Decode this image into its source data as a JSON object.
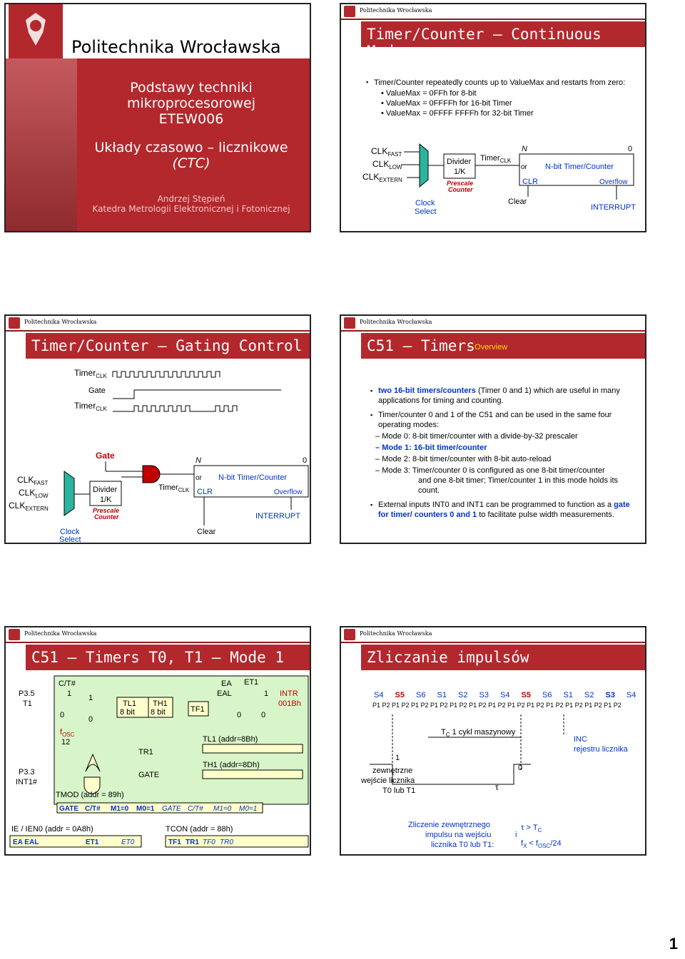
{
  "slide1": {
    "logo_text": "Politechnika Wrocławska",
    "course_line1": "Podstawy techniki",
    "course_line2": "mikroprocesorowej",
    "course_code": "ETEW006",
    "topic_line1": "Układy czasowo – licznikowe",
    "topic_line2": "(CTC)",
    "author": "Andrzej Stępień",
    "department": "Katedra Metrologii Elektronicznej i Fotonicznej"
  },
  "slide2": {
    "header": "Politechnika Wrocławska",
    "title": "Timer/Counter — Continuous Mode",
    "bullet": "Timer/Counter repeatedly counts up to ValueMax and restarts from zero:",
    "sub": [
      "ValueMax = 0FFh for 8-bit",
      "ValueMax = 0FFFFh for 16-bit Timer",
      "ValueMax = 0FFFF FFFFh for 32-bit Timer"
    ],
    "clk_fast": "CLK",
    "fast": "FAST",
    "clk_low": "CLK",
    "low": "LOW",
    "clk_ext": "CLK",
    "ext": "EXTERN",
    "clock_select_1": "Clock",
    "clock_select_2": "Select",
    "divider": "Divider",
    "div_k": "1/K",
    "prescale_1": "Prescale",
    "prescale_2": "Counter",
    "timer": "Timer",
    "timer_sub": "CLK",
    "n": "N",
    "zero": "0",
    "or": "or",
    "ntimer": "N-bit Timer/Counter",
    "clr": "CLR",
    "overflow": "Overflow",
    "clear": "Clear",
    "interrupt": "INTERRUPT"
  },
  "slide3": {
    "header": "Politechnika Wrocławska",
    "title": "Timer/Counter — Gating Control",
    "timer": "Timer",
    "timer_sub": "CLK",
    "gate": "Gate",
    "gate_label": "Gate",
    "clk": "CLK",
    "fast": "FAST",
    "low": "LOW",
    "ext": "EXTERN",
    "clock_select_1": "Clock",
    "clock_select_2": "Select",
    "divider": "Divider",
    "div_k": "1/K",
    "prescale_1": "Prescale",
    "prescale_2": "Counter",
    "n": "N",
    "zero": "0",
    "or": "or",
    "ntimer": "N-bit Timer/Counter",
    "clr": "CLR",
    "overflow": "Overflow",
    "clear": "Clear",
    "interrupt": "INTERRUPT"
  },
  "slide4": {
    "header": "Politechnika Wrocławska",
    "title": "C51 — Timers",
    "title_suffix": "– Overview",
    "b1_blue": "two 16-bit timers/counters",
    "b1_rest": " (Timer 0 and 1) which are useful in many applications for timing and counting.",
    "b2": "Timer/counter 0 and 1 of the C51 and can be used in the same four operating modes:",
    "m0": "Mode 0:  8-bit timer/counter with a divide-by-32 prescaler",
    "m1": "Mode 1:  16-bit timer/counter",
    "m2": "Mode 2:  8-bit timer/counter with 8-bit auto-reload",
    "m3a": "Mode 3:  Timer/counter 0 is configured as one 8-bit timer/counter",
    "m3b": "and one 8-bit timer; Timer/counter 1 in this mode holds its count.",
    "b3a": "External inputs INT0 and INT1 can be programmed to function as a ",
    "b3_blue": "gate for timer/ counters 0 and 1",
    "b3b": " to facilitate pulse width measurements."
  },
  "slide5": {
    "header": "Politechnika Wrocławska",
    "title": "C51 — Timers T0, T1 – Mode 1",
    "p35": "P3.5",
    "t1": "T1",
    "p33": "P3.3",
    "int1": "INT1#",
    "ct": "C/T#",
    "one": "1",
    "zero": "0",
    "fosc": "f",
    "osc": "OSC",
    "twelve": "12",
    "tl1": "TL1",
    "th1": "TH1",
    "bits": "8 bit",
    "tf1": "TF1",
    "ea": "EA",
    "eal": "EAL",
    "et1": "ET1",
    "intr": "INTR",
    "intr_addr": "001Bh",
    "tr1": "TR1",
    "gate": "GATE",
    "tl1_addr": "TL1  (addr=8Bh)",
    "th1_addr": "TH1  (addr=8Dh)",
    "tmod": "TMOD  (addr = 89h)",
    "tmod_bits": [
      "GATE",
      "C/T#",
      "M1=0",
      "M0=1",
      "GATE",
      "C/T#",
      "M1=0",
      "M0=1"
    ],
    "ie": "IE / IEN0  (addr = 0A8h)",
    "ie_bits": [
      "EA EAL",
      "",
      "",
      "",
      "ET1",
      "ET0",
      "",
      ""
    ],
    "tcon": "TCON  (addr = 88h)",
    "tcon_bits": [
      "TF1",
      "TR1",
      "TF0",
      "TR0"
    ]
  },
  "slide6": {
    "header": "Politechnika Wrocławska",
    "title": "Zliczanie impulsów",
    "states": [
      "S4",
      "S5",
      "S6",
      "S1",
      "S2",
      "S3",
      "S4",
      "S5",
      "S6",
      "S1",
      "S2",
      "S3",
      "S4"
    ],
    "phases": "P1 P2 P1 P2 P1 P2 P1 P2 P1 P2 P1 P2 P1 P2 P1 P2 P1 P2 P1 P2 P1 P2 P1 P2 P1 P2",
    "tc": "T",
    "tc_sub": "C",
    "tc_rest": " 1 cykl maszynowy",
    "inc1": "INC",
    "inc2": "rejestru licznika",
    "one": "1",
    "zero": "0",
    "ext1": "zewnętrzne",
    "ext2": "wejście licznika",
    "ext3": "T0 lub T1",
    "tau": "τ",
    "note1": "Zliczenie zewnętrznego",
    "note2": "impulsu na wejściu",
    "note3": "licznika T0 lub T1:",
    "i": "i",
    "cond1": "τ > T",
    "cond1_sub": "C",
    "cond2": "f",
    "cond2_sub": "X",
    "cond2_mid": " < f",
    "cond2_sub2": "OSC",
    "cond2_end": "/24"
  },
  "page_number": "1"
}
